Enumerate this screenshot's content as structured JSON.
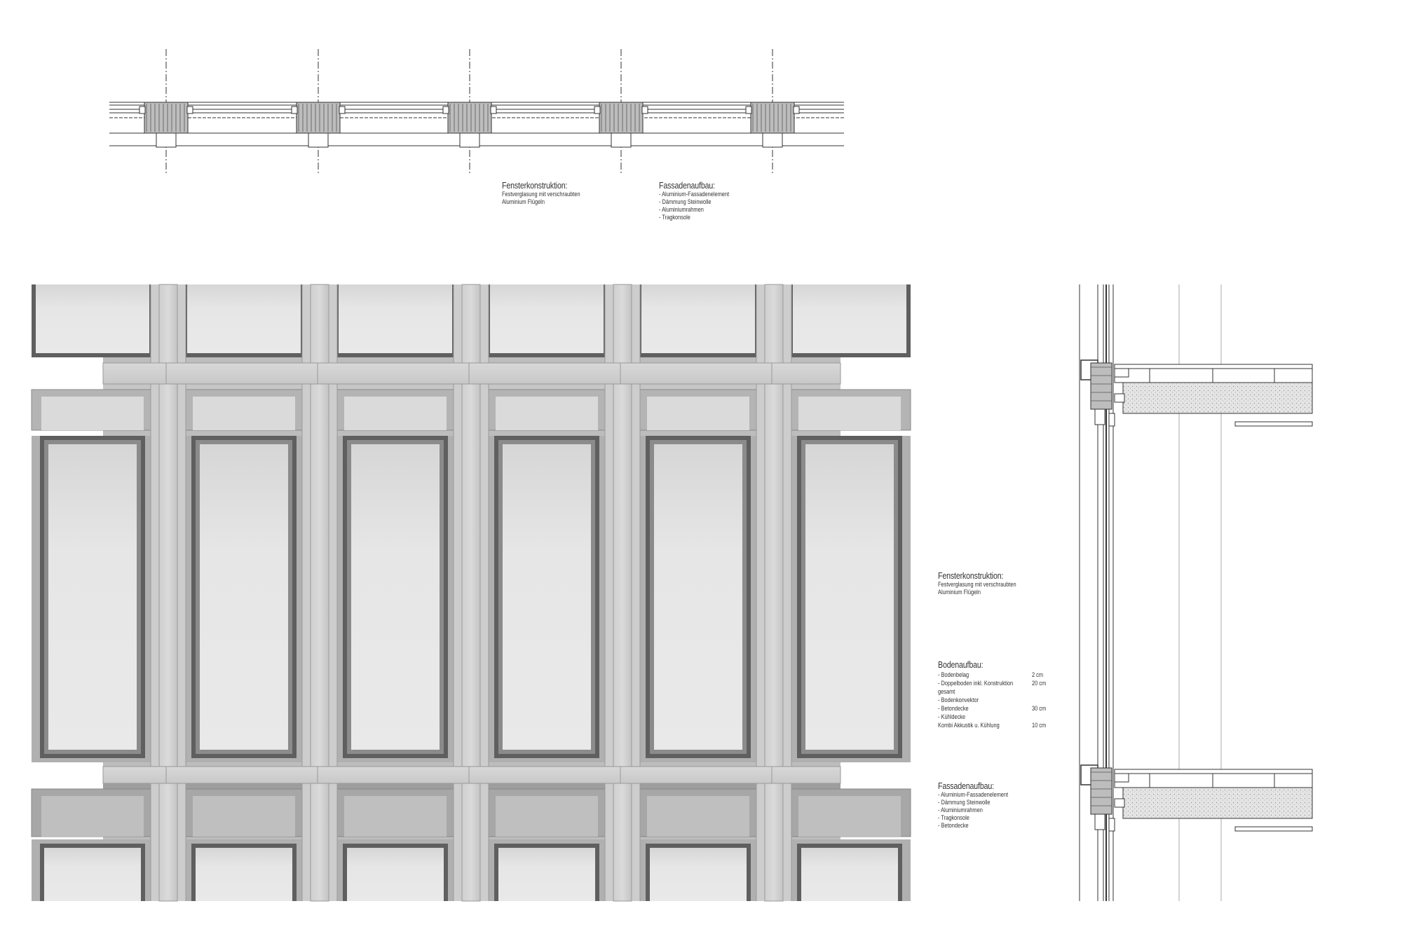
{
  "plan_notes": {
    "window": {
      "heading": "Fensterkonstruktion:",
      "lines": [
        "Festverglasung mit verschraubten",
        "Aluminium Flügeln"
      ]
    },
    "facade": {
      "heading": "Fassadenaufbau:",
      "lines": [
        "-   Aluminium-Fassadenelement",
        "-   Dämmung Steinwolle",
        "-   Aluminiumrahmen",
        "-   Tragkonsole"
      ]
    }
  },
  "section_notes": {
    "window": {
      "heading": "Fensterkonstruktion:",
      "lines": [
        "Festverglasung mit verschraubten",
        "Aluminium Flügeln"
      ]
    },
    "floor": {
      "heading": "Bodenaufbau:",
      "rows": [
        {
          "item": "-   Bodenbelag",
          "value": "2 cm"
        },
        {
          "item": "-   Doppelboden  inkl. Konstruktion",
          "value": "20 cm"
        },
        {
          "item": "    gesamt",
          "value": ""
        },
        {
          "item": "-   Bodenkonvektor",
          "value": ""
        },
        {
          "item": "-   Betondecke",
          "value": "30 cm"
        },
        {
          "item": "-   Kühldecke",
          "value": ""
        },
        {
          "item": "    Kombi Akkustik u. Kühlung",
          "value": "10 cm"
        }
      ]
    },
    "facade": {
      "heading": "Fassadenaufbau:",
      "lines": [
        "-   Aluminium-Fassadenelement",
        "-   Dämmung Steinwolle",
        "-   Aluminiumrahmen",
        "-   Tragkonsole",
        "-   Betondecke"
      ]
    }
  },
  "colors": {
    "line": "#333333",
    "frame_dark": "#6b6b6b",
    "aluminium": "#c8c8c8",
    "glass": "#e3e3e3",
    "background": "#ffffff"
  }
}
